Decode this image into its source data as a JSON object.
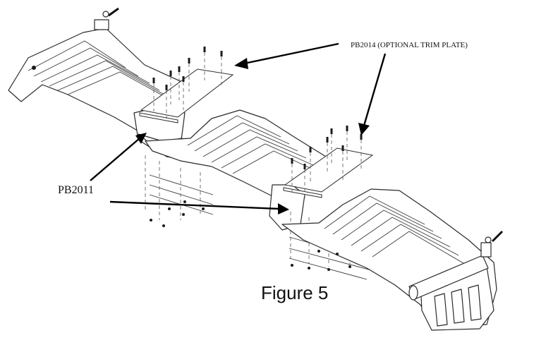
{
  "labels": {
    "trim_plate": "PB2014 (OPTIONAL TRIM PLATE)",
    "part_number": "PB2011",
    "caption": "Figure 5"
  },
  "colors": {
    "line": "#2a2a2a",
    "arrow": "#000000",
    "background": "#ffffff"
  }
}
